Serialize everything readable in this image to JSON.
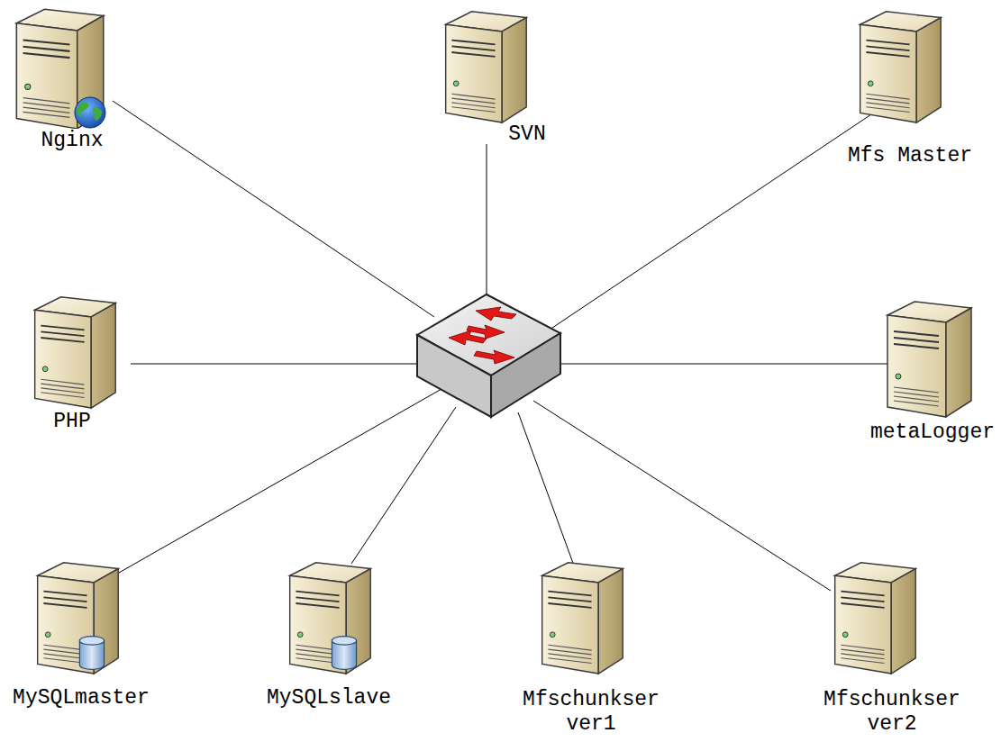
{
  "diagram": {
    "nodes": [
      {
        "text": [
          "Nginx"
        ]
      },
      {
        "text": [
          "SVN"
        ]
      },
      {
        "text": [
          "Mfs Master"
        ]
      },
      {
        "text": [
          "PHP"
        ]
      },
      {
        "text": [
          "metaLogger"
        ]
      },
      {
        "text": [
          "MySQLmaster"
        ]
      },
      {
        "text": [
          "MySQLslave"
        ]
      },
      {
        "text": [
          "Mfschunkser ver1"
        ]
      },
      {
        "text": [
          "Mfschunkser ver2"
        ]
      }
    ]
  }
}
